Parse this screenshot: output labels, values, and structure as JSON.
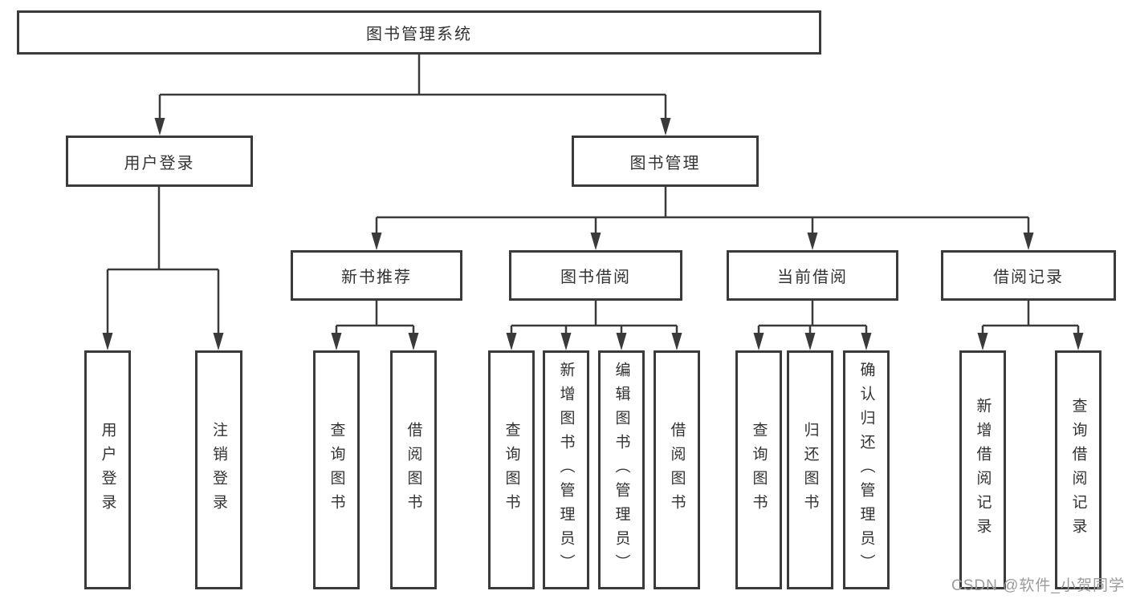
{
  "colors": {
    "line": "#3a3a3a",
    "text": "#333333",
    "background": "#ffffff",
    "watermark": "#9b9b9b"
  },
  "tree": {
    "root": "图书管理系统",
    "login": {
      "label": "用户登录",
      "children": [
        "用户登录",
        "注销登录"
      ]
    },
    "mgmt": {
      "label": "图书管理",
      "children": [
        {
          "label": "新书推荐",
          "children": [
            "查询图书",
            "借阅图书"
          ]
        },
        {
          "label": "图书借阅",
          "children": [
            "查询图书",
            "新增图书（管理员）",
            "编辑图书（管理员）",
            "借阅图书"
          ]
        },
        {
          "label": "当前借阅",
          "children": [
            "查询图书",
            "归还图书",
            "确认归还（管理员）"
          ]
        },
        {
          "label": "借阅记录",
          "children": [
            "新增借阅记录",
            "查询借阅记录"
          ]
        }
      ]
    }
  },
  "watermark": {
    "text": "CSDN @软件_小贺同学"
  }
}
